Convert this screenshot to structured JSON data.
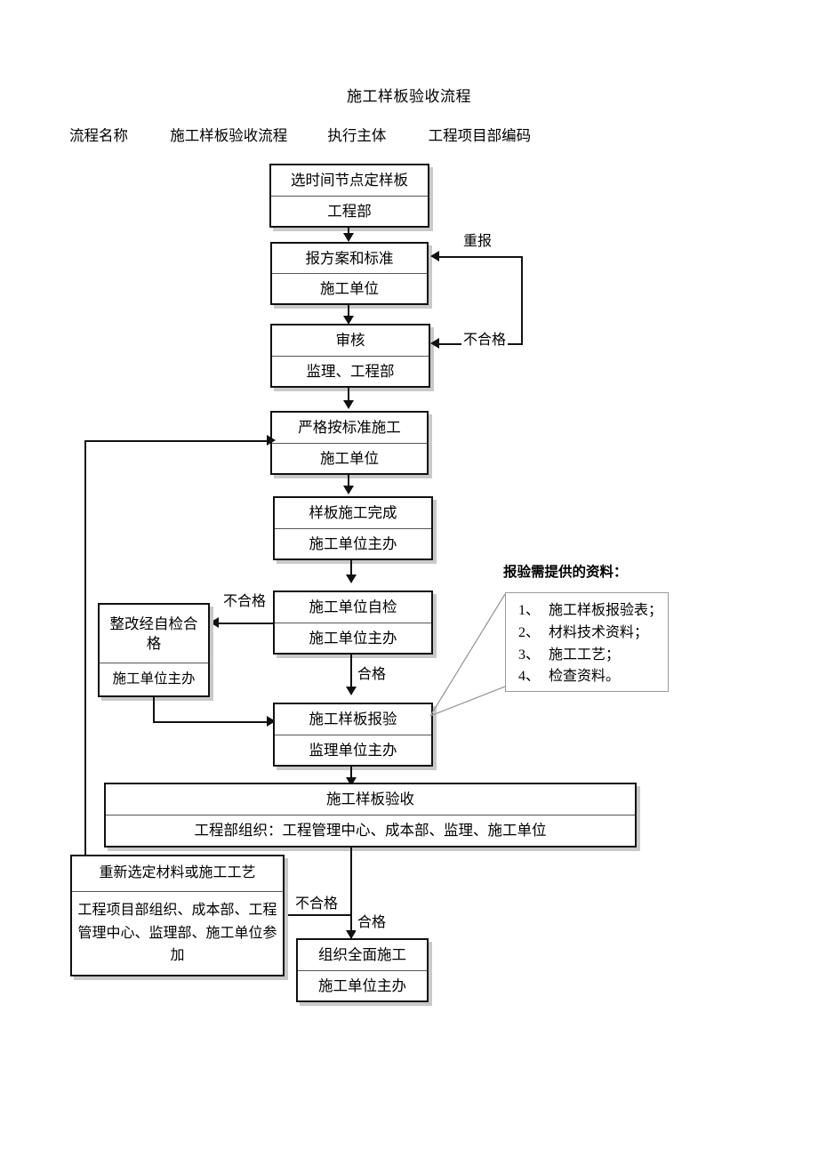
{
  "document": {
    "title": "施工样板验收流程",
    "meta": {
      "label_process_name": "流程名称",
      "value_process_name": "施工样板验收流程",
      "label_owner": "执行主体",
      "value_owner": "工程项目部编码"
    }
  },
  "nodes": {
    "n1": {
      "title": "选时间节点定样板",
      "owner": "工程部"
    },
    "n2": {
      "title": "报方案和标准",
      "owner": "施工单位"
    },
    "n3": {
      "title": "审核",
      "owner": "监理、工程部"
    },
    "n4": {
      "title": "严格按标准施工",
      "owner": "施工单位"
    },
    "n5": {
      "title": "样板施工完成",
      "owner": "施工单位主办"
    },
    "n6": {
      "title": "施工单位自检",
      "owner": "施工单位主办"
    },
    "n7": {
      "title": "整改经自检合格",
      "owner": "施工单位主办"
    },
    "n8": {
      "title": "施工样板报验",
      "owner": "监理单位主办"
    },
    "n9": {
      "title": "施工样板验收",
      "owner": "工程部组织：工程管理中心、成本部、监理、施工单位"
    },
    "n10": {
      "title": "重新选定材料或施工工艺",
      "owner": "工程项目部组织、成本部、工程管理中心、监理部、施工单位参加"
    },
    "n11": {
      "title": "组织全面施工",
      "owner": "施工单位主办"
    }
  },
  "edges": {
    "resubmit": "重报",
    "fail_review": "不合格",
    "fail_selfcheck": "不合格",
    "pass_selfcheck": "合格",
    "fail_acceptance": "不合格",
    "pass_acceptance": "合格"
  },
  "callout": {
    "title": "报验需提供的资料：",
    "items": [
      {
        "num": "1、",
        "text": "施工样板报验表；"
      },
      {
        "num": "2、",
        "text": "材料技术资料；"
      },
      {
        "num": "3、",
        "text": "施工工艺；"
      },
      {
        "num": "4、",
        "text": "检查资料。"
      }
    ]
  },
  "colors": {
    "line": "#111111",
    "shadow": "#c9c9c9",
    "callout_border": "#9a9a9a",
    "background": "#ffffff"
  }
}
